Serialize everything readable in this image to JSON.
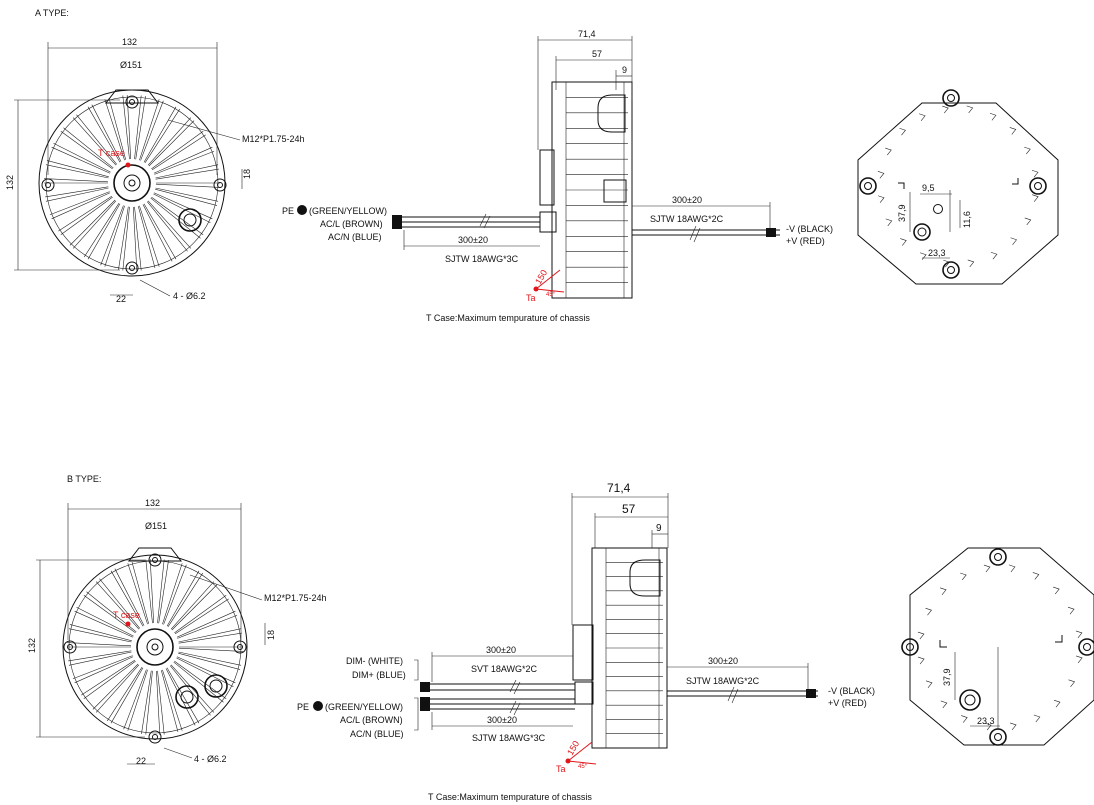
{
  "type_a": {
    "title": "A TYPE:",
    "front": {
      "dim_width": "132",
      "dim_height": "132",
      "dim_diameter": "Ø151",
      "dim_18": "18",
      "dim_22": "22",
      "thread": "M12*P1.75-24h",
      "holes": "4 - Ø6.2",
      "tcase": "T case"
    },
    "side": {
      "dim_714": "71,4",
      "dim_57": "57",
      "dim_9": "9",
      "pe": "PE",
      "wire_pe": "(GREEN/YELLOW)",
      "wire_acl": "AC/L (BROWN)",
      "wire_acn": "AC/N (BLUE)",
      "in_len": "300±20",
      "in_cable": "SJTW 18AWG*3C",
      "out_len": "300±20",
      "out_cable": "SJTW 18AWG*2C",
      "out_neg": "-V (BLACK)",
      "out_pos": "+V (RED)",
      "angle": "150",
      "ta": "Ta",
      "deg": "45°"
    },
    "caption": "T Case:Maximum tempurature of chassis",
    "back": {
      "d95": "9,5",
      "d379": "37,9",
      "d116": "11,6",
      "d233": "23,3"
    }
  },
  "type_b": {
    "title": "B TYPE:",
    "front": {
      "dim_width": "132",
      "dim_height": "132",
      "dim_diameter": "Ø151",
      "dim_18": "18",
      "dim_22": "22",
      "thread": "M12*P1.75-24h",
      "holes": "4 - Ø6.2",
      "tcase": "T case"
    },
    "side": {
      "dim_714": "71,4",
      "dim_57": "57",
      "dim_9": "9",
      "dim_neg": "DIM- (WHITE)",
      "dim_pos": "DIM+ (BLUE)",
      "dim_len": "300±20",
      "dim_cable": "SVT 18AWG*2C",
      "pe": "PE",
      "wire_pe": "(GREEN/YELLOW)",
      "wire_acl": "AC/L (BROWN)",
      "wire_acn": "AC/N (BLUE)",
      "in_len": "300±20",
      "in_cable": "SJTW 18AWG*3C",
      "out_len": "300±20",
      "out_cable": "SJTW 18AWG*2C",
      "out_neg": "-V (BLACK)",
      "out_pos": "+V (RED)",
      "angle": "150",
      "ta": "Ta",
      "deg": "45°"
    },
    "caption": "T Case:Maximum tempurature of chassis",
    "back": {
      "d379": "37,9",
      "d233": "23,3"
    }
  }
}
